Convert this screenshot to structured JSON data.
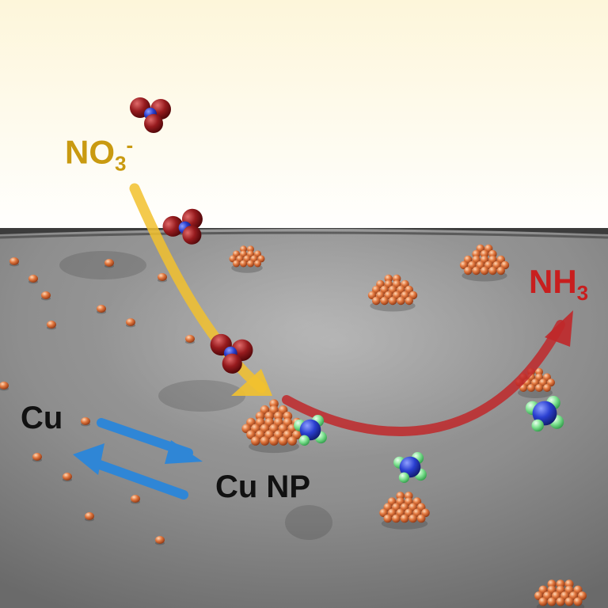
{
  "labels": {
    "nitrate": {
      "base": "NO",
      "sub": "3",
      "sup": "-"
    },
    "ammonia": {
      "base": "NH",
      "sub": "3"
    },
    "copper": "Cu",
    "copper_np": "Cu NP"
  },
  "colors": {
    "nitrate_text": "#c99a10",
    "nitrate_arrow": "#f2c12e",
    "ammonia_text": "#c81e1e",
    "ammonia_arrow": "#c0282a",
    "equilibrium_arrow": "#2f86d6",
    "copper": "#d8733f",
    "oxygen": "#8e1519",
    "nitrogen": "#2a3fc8",
    "hydrogen": "#78e08a",
    "surface": "#8c8c8c",
    "sky": "#fbf8e8"
  },
  "icons": [
    "nitrate-molecule-icon",
    "ammonia-molecule-icon",
    "copper-atom-icon",
    "copper-nanoparticle-icon"
  ]
}
